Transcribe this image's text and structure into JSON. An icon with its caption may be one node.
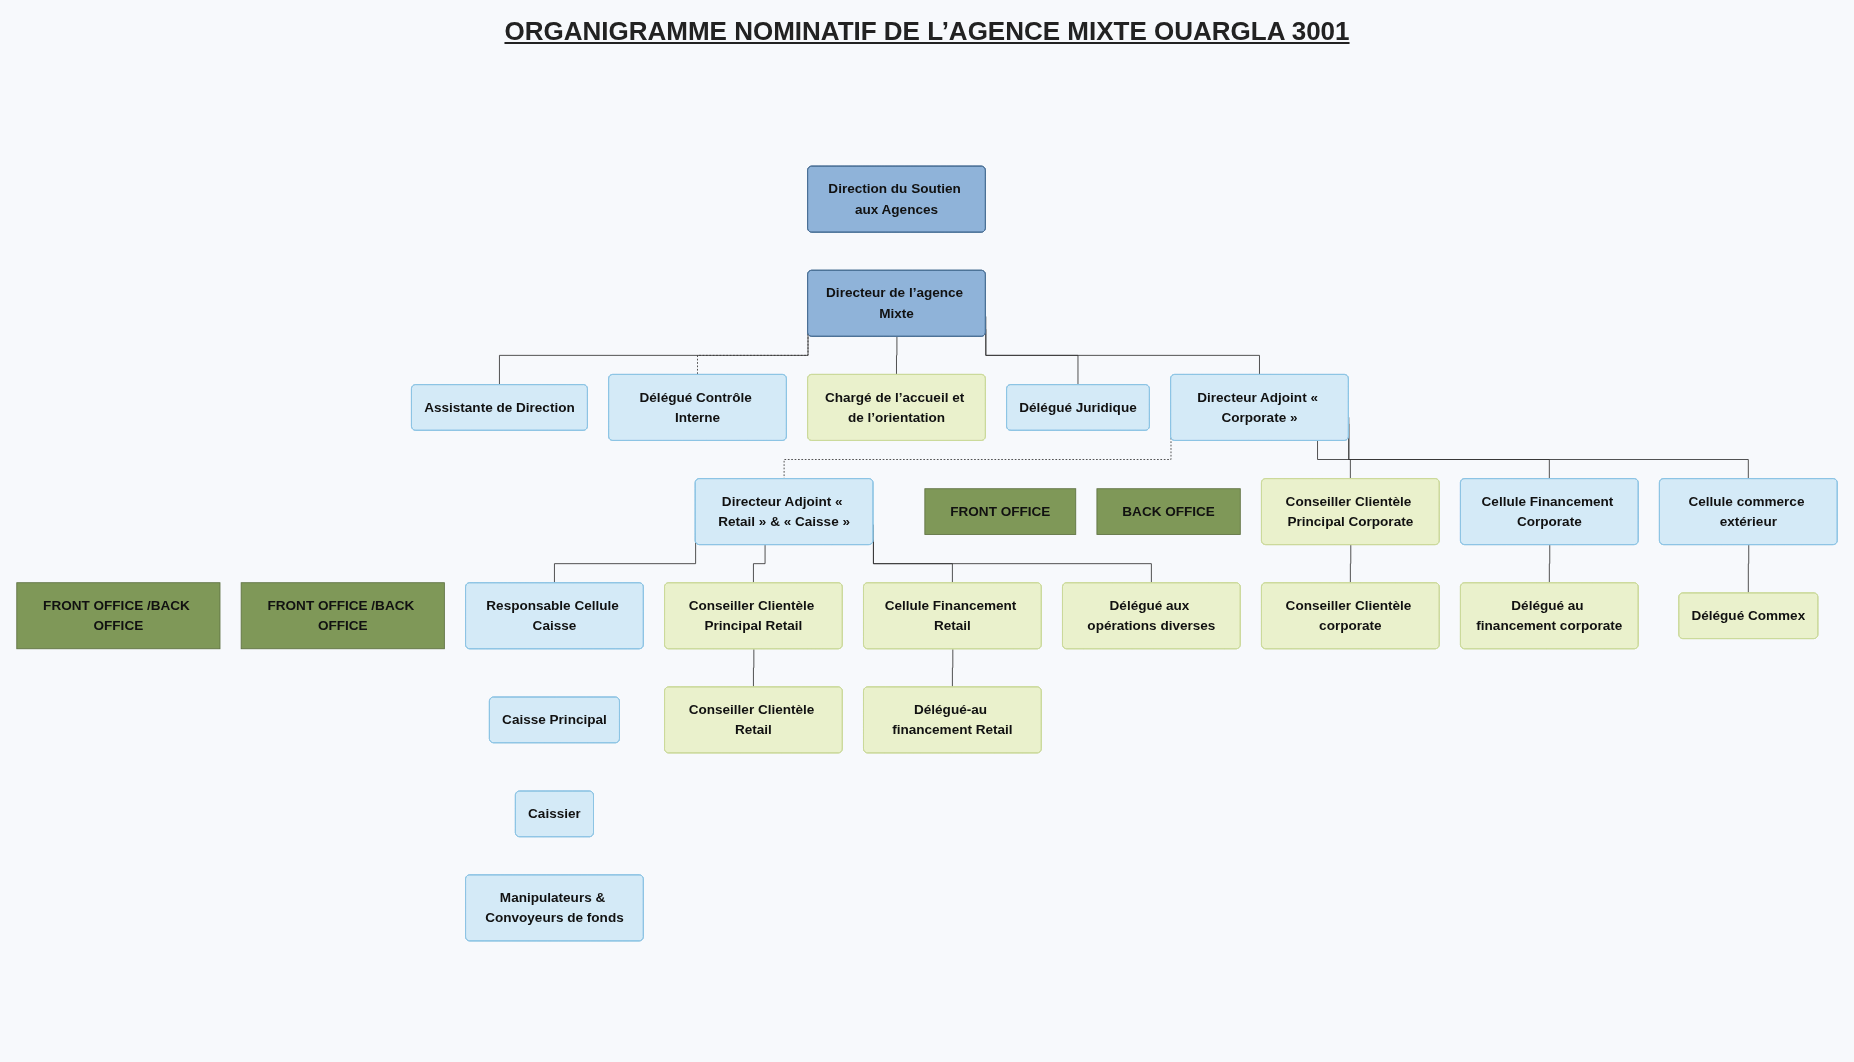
{
  "diagram": {
    "title": "ORGANIGRAMME NOMINATIF DE L’AGENCE MIXTE OUARGLA 3001",
    "nodes": [
      {
        "text": [
          "Direction du Soutien aux Agences"
        ]
      },
      {
        "text": [
          "Directeur de l’agence Mixte"
        ]
      },
      {
        "text": [
          "Assistante de Direction"
        ]
      },
      {
        "text": [
          "Délégué Contrôle Interne"
        ]
      },
      {
        "text": [
          "Chargé de l’accueil et de l’orientation"
        ]
      },
      {
        "text": [
          "Délégué Juridique"
        ]
      },
      {
        "text": [
          "Directeur Adjoint « Corporate »"
        ]
      },
      {
        "text": [
          "Directeur Adjoint « Retail » & « Caisse »"
        ]
      },
      {
        "text": [
          "FRONT OFFICE"
        ]
      },
      {
        "text": [
          "BACK OFFICE"
        ]
      },
      {
        "text": [
          "FRONT OFFICE /BACK OFFICE"
        ]
      },
      {
        "text": [
          "FRONT OFFICE /BACK OFFICE"
        ]
      },
      {
        "text": [
          "Conseiller Clientèle Principal Corporate"
        ]
      },
      {
        "text": [
          "Cellule Financement Corporate"
        ]
      },
      {
        "text": [
          "Cellule commerce extérieur"
        ]
      },
      {
        "text": [
          "Conseiller Clientèle Principal Retail"
        ]
      },
      {
        "text": [
          "Cellule Financement Retail"
        ]
      },
      {
        "text": [
          "Responsable Cellule Caisse"
        ]
      },
      {
        "text": [
          "Délégué aux opérations diverses"
        ]
      },
      {
        "text": [
          "Caisse Principal"
        ]
      },
      {
        "text": [
          "Conseiller Clientèle corporate"
        ]
      },
      {
        "text": [
          "Délégué au financement corporate"
        ]
      },
      {
        "text": [
          "Délégué Commex"
        ]
      },
      {
        "text": [
          "Conseiller Clientèle Retail"
        ]
      },
      {
        "text": [
          "Délégué-au financement Retail"
        ]
      },
      {
        "text": [
          "Caissier"
        ]
      },
      {
        "text": [
          "Manipulateurs & Convoyeurs de fonds"
        ]
      }
    ],
    "edges": [
      {
        "from": 1,
        "to": 2,
        "arrow": "none"
      },
      {
        "from": 1,
        "to": 3,
        "arrow": "none",
        "style": "dashed"
      },
      {
        "from": 1,
        "to": 4,
        "arrow": "none"
      },
      {
        "from": 1,
        "to": 5,
        "arrow": "none"
      },
      {
        "from": 1,
        "to": 6,
        "arrow": "none"
      },
      {
        "from": 6,
        "to": 7,
        "arrow": "none",
        "style": "dashed"
      },
      {
        "from": 6,
        "to": 12,
        "arrow": "none"
      },
      {
        "from": 6,
        "to": 13,
        "arrow": "none"
      },
      {
        "from": 6,
        "to": 14,
        "arrow": "none"
      },
      {
        "from": 7,
        "to": 15,
        "arrow": "none"
      },
      {
        "from": 7,
        "to": 16,
        "arrow": "none"
      },
      {
        "from": 7,
        "to": 17,
        "arrow": "none"
      },
      {
        "from": 7,
        "to": 18,
        "arrow": "none"
      },
      {
        "from": 12,
        "to": 20,
        "arrow": "none"
      },
      {
        "from": 13,
        "to": 21,
        "arrow": "none"
      },
      {
        "from": 14,
        "to": 22,
        "arrow": "none"
      },
      {
        "from": 15,
        "to": 23,
        "arrow": "none"
      },
      {
        "from": 16,
        "to": 24,
        "arrow": "none"
      }
    ]
  }
}
